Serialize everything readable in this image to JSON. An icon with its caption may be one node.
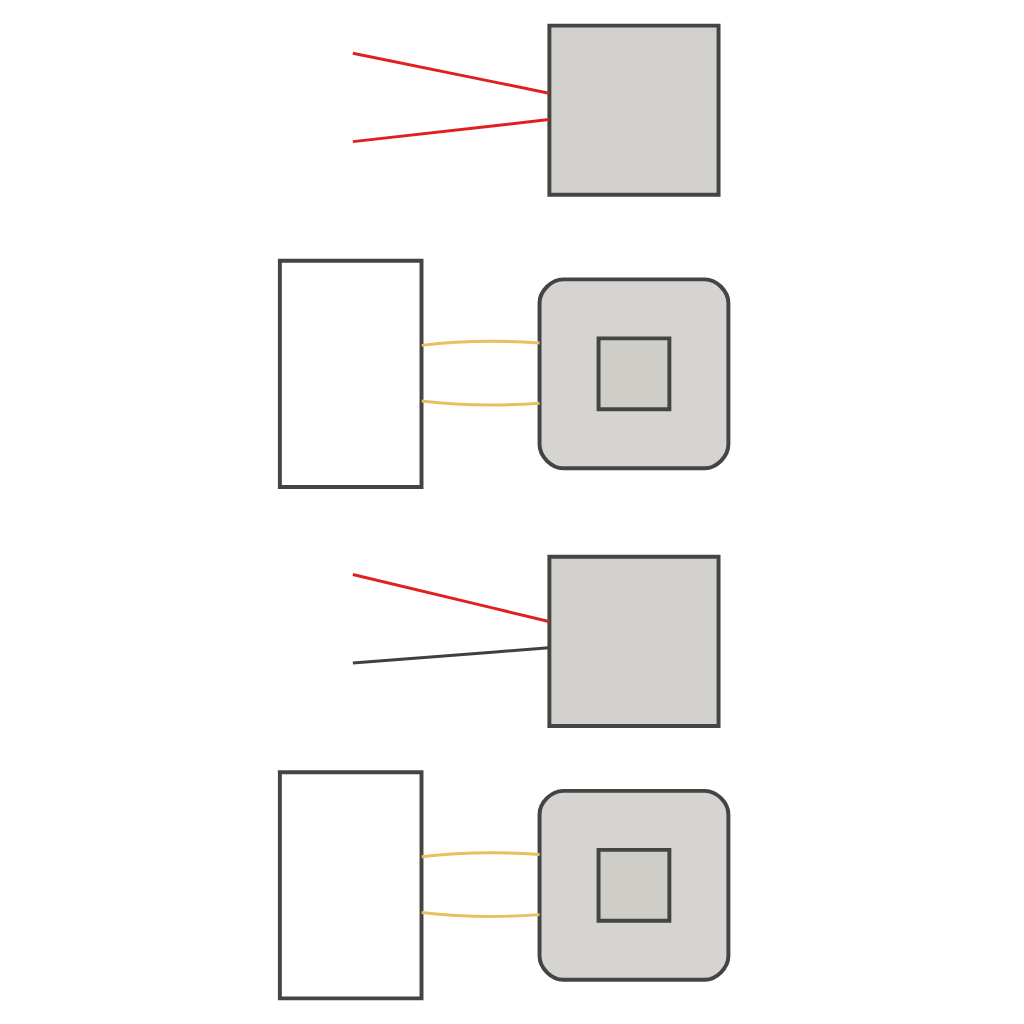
{
  "diagram": {
    "nodes": [
      {
        "text": [],
        "shape": "box"
      },
      {
        "text": [],
        "shape": "box"
      },
      {
        "text": [],
        "shape": "box",
        "in": 1
      },
      {
        "text": [],
        "shape": "box"
      },
      {
        "text": [],
        "shape": "box"
      },
      {
        "text": [],
        "shape": "box"
      },
      {
        "text": [],
        "shape": "box",
        "in": 5
      },
      {
        "text": [],
        "shape": "box"
      }
    ],
    "edges": [
      {
        "from": 0,
        "to": 1,
        "arrow": "none",
        "color": "#e8c060"
      },
      {
        "from": 0,
        "to": 1,
        "arrow": "none",
        "color": "#e8c060"
      },
      {
        "from": null,
        "to": 3,
        "arrow": "none",
        "color": "#e02020"
      },
      {
        "from": null,
        "to": 3,
        "arrow": "none",
        "color": "#404040"
      },
      {
        "from": 4,
        "to": 5,
        "arrow": "none",
        "color": "#e8c060"
      },
      {
        "from": 4,
        "to": 5,
        "arrow": "none",
        "color": "#e8c060"
      },
      {
        "from": null,
        "to": 7,
        "arrow": "none",
        "color": "#e02020"
      },
      {
        "from": null,
        "to": 7,
        "arrow": "none",
        "color": "#e02020"
      }
    ]
  }
}
